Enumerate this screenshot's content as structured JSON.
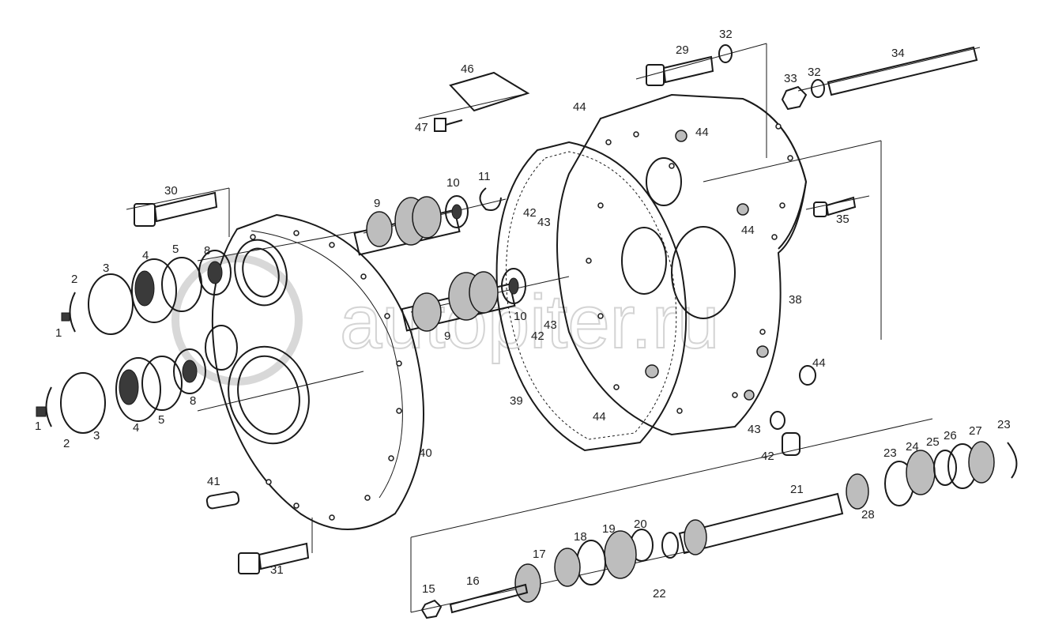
{
  "watermark": "autopiter.ru",
  "colors": {
    "line": "#1a1a1a",
    "watermark": "#d4d4d4"
  },
  "labels": [
    "1",
    "2",
    "3",
    "4",
    "5",
    "8",
    "1",
    "2",
    "3",
    "4",
    "5",
    "8",
    "9",
    "10",
    "11",
    "9",
    "10",
    "46",
    "47",
    "44",
    "44",
    "44",
    "29",
    "32",
    "33",
    "32",
    "34",
    "35",
    "30",
    "42",
    "43",
    "42",
    "43",
    "38",
    "44",
    "39",
    "40",
    "41",
    "31",
    "44",
    "43",
    "42",
    "23",
    "24",
    "25",
    "26",
    "27",
    "23",
    "28",
    "21",
    "20",
    "19",
    "18",
    "17",
    "16",
    "15",
    "22"
  ]
}
